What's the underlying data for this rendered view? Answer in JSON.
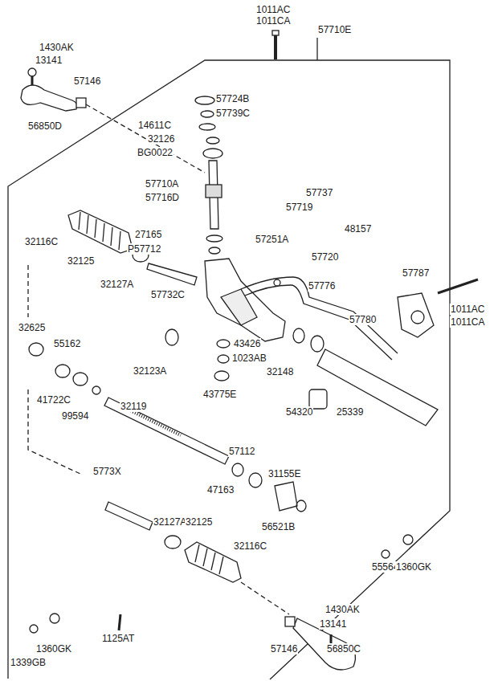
{
  "diagram": {
    "labels": [
      "1011AC",
      "1011CA",
      "57710E",
      "1430AK",
      "13141",
      "57146",
      "56850D",
      "57724B",
      "57739C",
      "14611C",
      "32126",
      "BG0022",
      "57710A",
      "57716D",
      "57737",
      "57719",
      "48157",
      "32116C",
      "27165",
      "57251A",
      "57720",
      "32125",
      "P57712",
      "32127A",
      "57732C",
      "57787",
      "57776",
      "1011AC",
      "1011CA",
      "32625",
      "55162",
      "57780",
      "43426",
      "1023AB",
      "32148",
      "32123A",
      "41722C",
      "99594",
      "43775E",
      "32119",
      "54320",
      "25339",
      "57112",
      "31155E",
      "5773X",
      "47163",
      "56521B",
      "32127A",
      "32125",
      "32116C",
      "55564",
      "1360GK",
      "1430AK",
      "13141",
      "57146",
      "56850C",
      "1360GK",
      "1125AT",
      "1339GB"
    ]
  }
}
